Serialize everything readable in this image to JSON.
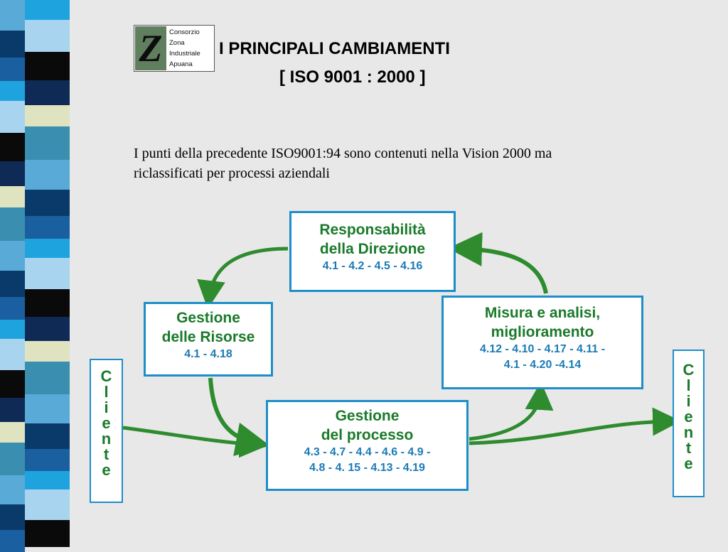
{
  "logo": {
    "mark": "Z",
    "lines": [
      "Consorzio",
      "Zona",
      "Industriale",
      "Apuana"
    ]
  },
  "title": {
    "line1": "I PRINCIPALI CAMBIAMENTI",
    "line2": "[ ISO 9001 : 2000 ]"
  },
  "intro": "I punti della precedente ISO9001:94 sono contenuti nella Vision 2000 ma riclassificati per processi aziendali",
  "boxes": {
    "responsabilita": {
      "title1": "Responsabilità",
      "title2": "della Direzione",
      "clauses": "4.1 - 4.2 - 4.5 - 4.16"
    },
    "risorse": {
      "title1": "Gestione",
      "title2": "delle Risorse",
      "clauses": "4.1 - 4.18"
    },
    "misura": {
      "title1": "Misura e analisi,",
      "title2": "miglioramento",
      "clauses1": "4.12 - 4.10 - 4.17 - 4.11 -",
      "clauses2": "4.1 - 4.20 -4.14"
    },
    "processo": {
      "title1": "Gestione",
      "title2": "del processo",
      "clauses1": "4.3 - 4.7 - 4.4 - 4.6 - 4.9 -",
      "clauses2": "4.8 - 4. 15 - 4.13 - 4.19"
    }
  },
  "cliente_letters": [
    "C",
    "l",
    "i",
    "e",
    "n",
    "t",
    "e"
  ],
  "colors": {
    "box_border": "#1d8ec9",
    "box_title": "#1a7a2a",
    "box_clauses": "#1a7ab5",
    "arrow": "#2e8b2e"
  }
}
